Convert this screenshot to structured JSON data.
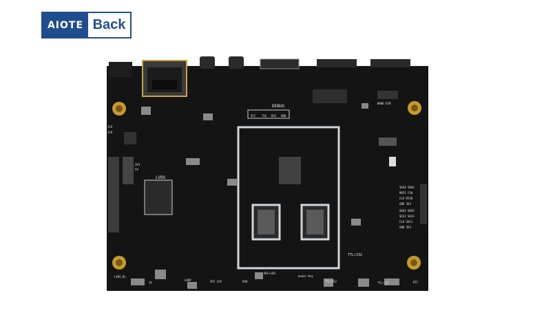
{
  "back_button": {
    "logo_text": "AIOTE",
    "label": "Back",
    "color": "#1f4e8f"
  },
  "board": {
    "labels": {
      "debug": "DEBUG",
      "debug_pins": [
        "VCC",
        "TX2",
        "RX2",
        "GND"
      ],
      "lvds": "LVDS",
      "ttl232_a": "TTL/232",
      "ttl232_b": "TTL/232",
      "ttl232_c": "TTL/232",
      "adc_led": "ADC+LED",
      "power_key": "power-key",
      "usb": "USB",
      "spi": "SPI 12V",
      "loop": "LOOP",
      "lvds_bl": "LVDS_BL",
      "tp": "TP",
      "rtc": "RTC",
      "nano_sim": "NANO SIM",
      "sd_right": [
        "SDA4 SDA4",
        "MOSI CS0",
        "CLK MISO",
        "GND 3V3",
        "SDA3 SDA5",
        "SD12 SD13",
        "CLK SD11",
        "GND 3V3"
      ],
      "volt_a": "12V",
      "volt_b": "12V",
      "volt_c": "5V",
      "volt_d": "3V3"
    }
  }
}
